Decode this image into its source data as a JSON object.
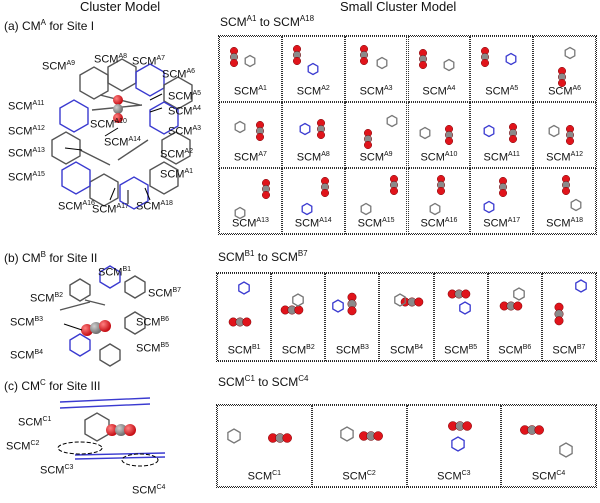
{
  "headers": {
    "cluster_model": "Cluster Model",
    "small_cluster_model": "Small Cluster Model"
  },
  "sections": {
    "a": {
      "prefix": "(a) CM",
      "sup": "A",
      "suffix": " for Site I",
      "range": {
        "l1": "SCM",
        "s1": "A1",
        "mid": " to SCM",
        "s2": "A18"
      }
    },
    "b": {
      "prefix": "(b) CM",
      "sup": "B",
      "suffix": " for Site II",
      "range": {
        "l1": "SCM",
        "s1": "B1",
        "mid": " to SCM",
        "s2": "B7"
      }
    },
    "c": {
      "prefix": "(c) CM",
      "sup": "C",
      "suffix": " for Site III",
      "range": {
        "l1": "SCM",
        "s1": "C1",
        "mid": " to SCM",
        "s2": "C4"
      }
    }
  },
  "cluster_labels": {
    "a": [
      "A1",
      "A2",
      "A3",
      "A4",
      "A5",
      "A6",
      "A7",
      "A8",
      "A9",
      "A10",
      "A11",
      "A12",
      "A13",
      "A14",
      "A15",
      "A16",
      "A17",
      "A18"
    ],
    "b": [
      "B1",
      "B2",
      "B3",
      "B4",
      "B5",
      "B6",
      "B7"
    ],
    "c": [
      "C1",
      "C2",
      "C3",
      "C4"
    ]
  },
  "scm_prefix": "SCM",
  "grid_a": [
    "A1",
    "A2",
    "A3",
    "A4",
    "A5",
    "A6",
    "A7",
    "A8",
    "A9",
    "A10",
    "A11",
    "A12",
    "A13",
    "A14",
    "A15",
    "A16",
    "A17",
    "A18"
  ],
  "grid_b": [
    "B1",
    "B2",
    "B3",
    "B4",
    "B5",
    "B6",
    "B7"
  ],
  "grid_c": [
    "C1",
    "C2",
    "C3",
    "C4"
  ],
  "colors": {
    "co2_red": "#e0141b",
    "carbon_grey": "#8a8a8a",
    "nitrogen_blue": "#3a3ad0",
    "bond_grey": "#777777"
  }
}
